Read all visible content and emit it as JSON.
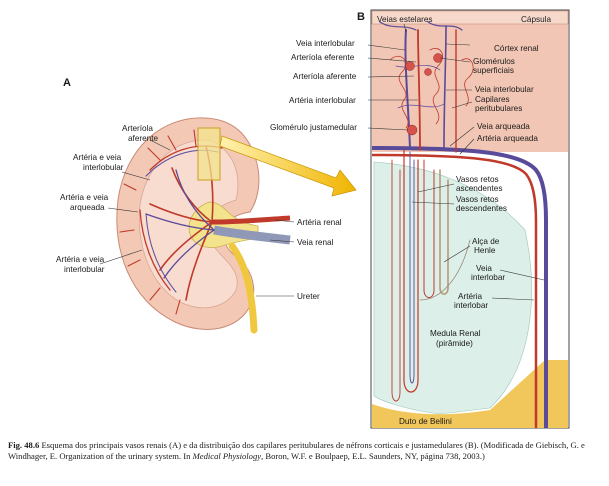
{
  "panel_a": {
    "letter": "A",
    "labels": {
      "arteriola_aferente": "Arteríola aferente",
      "arteria_veia_interlobular": "Artéria e veia interlobular",
      "arteria_veia_arqueada": "Artéria e veia arqueada",
      "arteria_veia_interlobular_2": "Artéria e veia interlobular",
      "arteria_renal": "Artéria renal",
      "veia_renal": "Veia renal",
      "ureter": "Ureter"
    }
  },
  "panel_b": {
    "letter": "B",
    "labels": {
      "veias_estelares": "Veias estelares",
      "capsula": "Cápsula",
      "veia_interlobular_top": "Veia interlobular",
      "cortex_renal": "Córtex renal",
      "arteriola_eferente": "Arteríola eferente",
      "glomerulos_superficiais": "Glomérulos superficiais",
      "arteriola_aferente": "Arteríola aferente",
      "veia_interlobular_right": "Veia interlobular",
      "arteria_interlobular": "Artéria interlobular",
      "capilares_peritubulares": "Capilares peritubulares",
      "glomerulo_justamedular": "Glomérulo justamedular",
      "veia_arqueada": "Veia arqueada",
      "arteria_arqueada": "Artéria arqueada",
      "vasos_retos_ascendentes": "Vasos retos ascendentes",
      "vasos_retos_descendentes": "Vasos retos descendentes",
      "alca_de_henle": "Alça de Henle",
      "veia_interlobar": "Veia interlobar",
      "arteria_interlobar": "Artéria interlobar",
      "medula_renal": "Medula Renal (pirâmide)",
      "duto_de_bellini": "Duto de Bellini"
    }
  },
  "caption": {
    "fig_number": "Fig. 48.6",
    "text_before_italic": "Esquema dos principais vasos renais (A) e da distribuição dos capilares peritubulares de néfrons corticais e justamedulares (B). (Modificada de Giebisch, G. e Windhager, E. Organization of the urinary system. In ",
    "italic": "Medical Physiology",
    "text_after_italic": ", Boron, W.F. e Boulpaep, E.L. Saunders, NY, página 738, 2003.)"
  },
  "colors": {
    "artery": "#c0392b",
    "vein": "#5a4a9a",
    "cortex": "#f2c6b4",
    "medulla": "#dcefe8",
    "bellini": "#f1c75b",
    "arrow": "#f0b400"
  }
}
